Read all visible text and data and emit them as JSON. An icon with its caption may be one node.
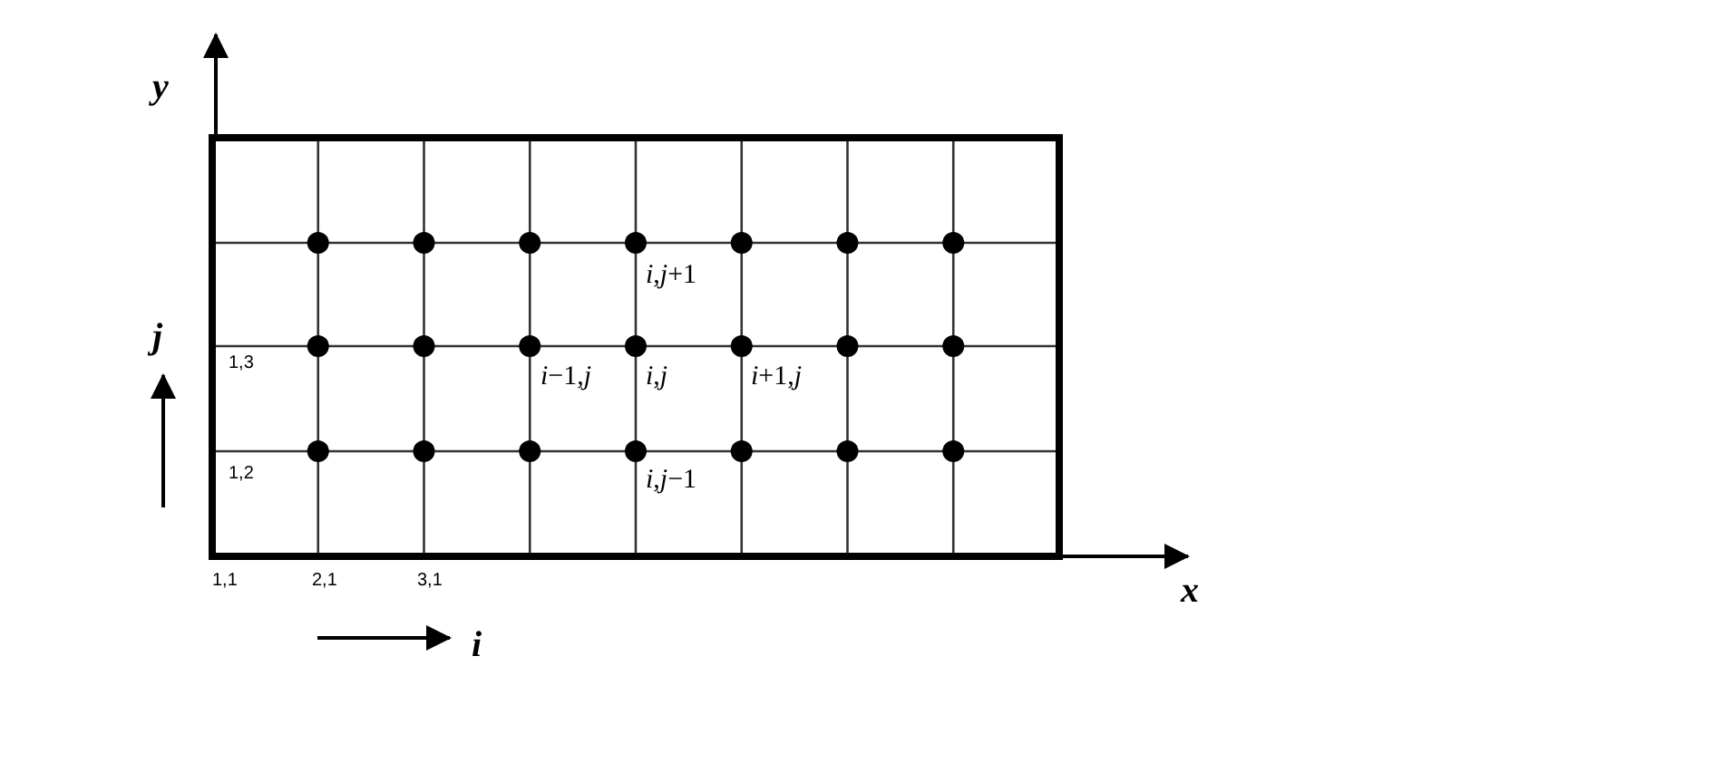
{
  "diagram": {
    "labels": [
      "y",
      "*i*,*j*+1",
      "j",
      "1,3",
      "*i*−1,*j*",
      "*i*,*j*",
      "*i*+1,*j*",
      "1,2",
      "*i*,*j*−1",
      "1,1",
      "2,1",
      "3,1",
      "x",
      "i"
    ]
  }
}
